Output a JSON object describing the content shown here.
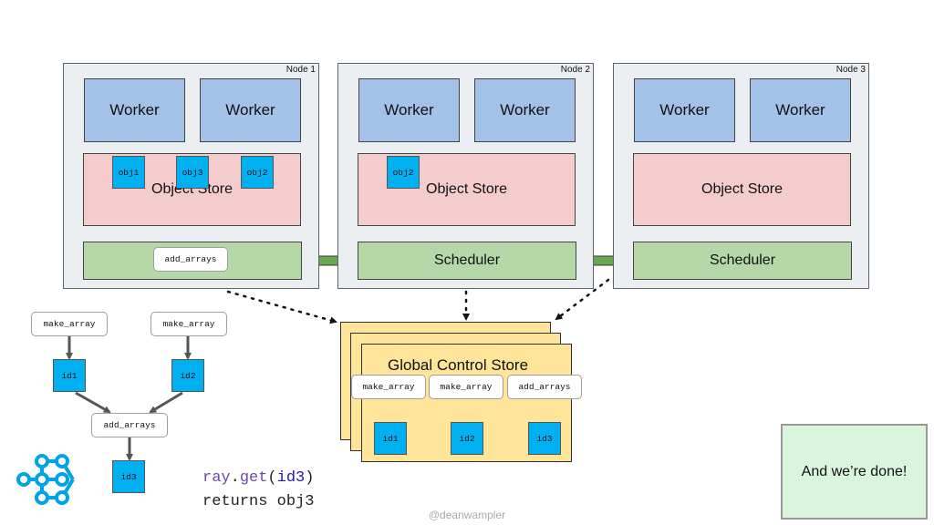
{
  "nodes": [
    {
      "label": "Node 1",
      "workers": [
        "Worker",
        "Worker"
      ],
      "object_store": "Object Store",
      "objects": [
        "obj1",
        "obj3",
        "obj2"
      ],
      "scheduler": "",
      "scheduler_task": "add_arrays"
    },
    {
      "label": "Node 2",
      "workers": [
        "Worker",
        "Worker"
      ],
      "object_store": "Object Store",
      "objects": [
        "obj2"
      ],
      "scheduler": "Scheduler"
    },
    {
      "label": "Node 3",
      "workers": [
        "Worker",
        "Worker"
      ],
      "object_store": "Object Store",
      "objects": [],
      "scheduler": "Scheduler"
    }
  ],
  "gcs": {
    "title": "Global Control Store",
    "tasks": [
      "make_array",
      "make_array",
      "add_arrays"
    ],
    "ids": [
      "id1",
      "id2",
      "id3"
    ]
  },
  "task_graph": {
    "make_array_1": "make_array",
    "make_array_2": "make_array",
    "id1": "id1",
    "id2": "id2",
    "add_arrays": "add_arrays",
    "id3": "id3"
  },
  "code": {
    "ray": "ray",
    "dot": ".",
    "get": "get",
    "paren_open": "(",
    "arg": "id3",
    "paren_close": ")",
    "line2": "returns obj3"
  },
  "done_text": "And we’re done!",
  "footer": "@deanwampler",
  "colors": {
    "worker": "#a4c2e8",
    "object_store": "#f4cccc",
    "scheduler": "#b6d7a8",
    "object_id": "#00b0f0",
    "gcs": "#ffe599",
    "arrow_green": "#6aa84f",
    "logo": "#00a2e8",
    "done_box": "#d9f5dc"
  }
}
